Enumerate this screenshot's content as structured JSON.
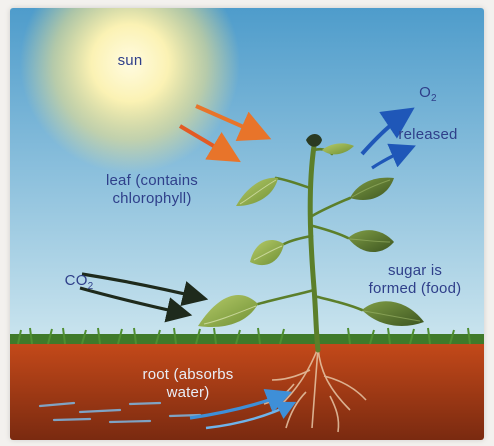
{
  "labels": {
    "sun": "sun",
    "o2_prefix": "O",
    "o2_sub": "2",
    "o2_suffix": "released",
    "leaf": "leaf (contains\nchlorophyll)",
    "co2_prefix": "CO",
    "co2_sub": "2",
    "sugar": "sugar is\nformed (food)",
    "root": "root (absorbs\nwater)"
  },
  "colors": {
    "sky_top": "#4e9ccb",
    "sky_bottom": "#cde6ef",
    "sun_core": "#fffbe0",
    "sun_glow": "#f7e58a",
    "soil_top": "#c64a1a",
    "soil_bottom": "#7a2a10",
    "grass": "#3f7a2a",
    "leaf": "#8fb04a",
    "leaf_dark": "#4c6a26",
    "stem": "#5c7f2a",
    "sun_arrow": "#e8742a",
    "co2_arrow": "#1e2a1c",
    "o2_arrow": "#1f57b8",
    "water_arrow": "#3e8fd8",
    "label_text": "#2f3f8a"
  }
}
